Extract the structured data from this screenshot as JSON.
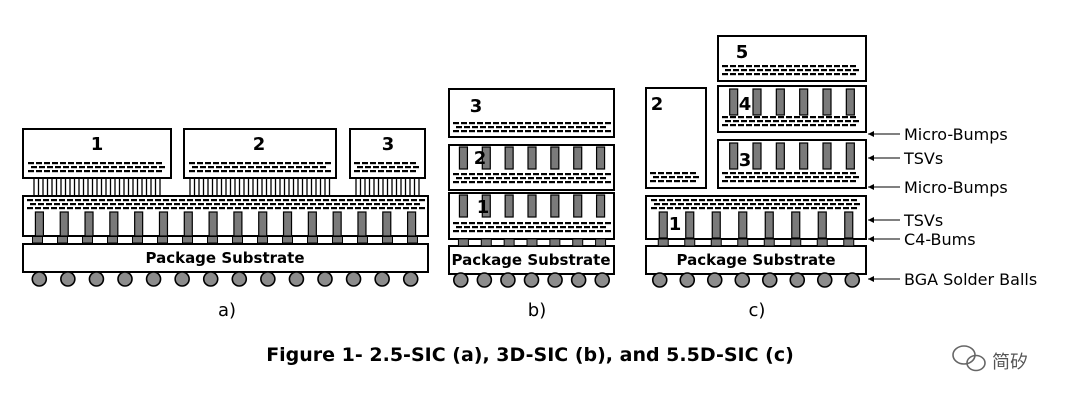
{
  "panels": {
    "a": {
      "label": "a)",
      "dies": [
        "1",
        "2",
        "3"
      ],
      "substrate": "Package Substrate"
    },
    "b": {
      "label": "b)",
      "dies": [
        "1",
        "2",
        "3"
      ],
      "substrate": "Package Substrate"
    },
    "c": {
      "label": "c)",
      "dies": [
        "1",
        "2",
        "3",
        "4",
        "5"
      ],
      "substrate": "Package Substrate"
    }
  },
  "callouts": {
    "micro_bumps_top": "Micro-Bumps",
    "tsvs_top": "TSVs",
    "micro_bumps_mid": "Micro-Bumps",
    "tsvs_bottom": "TSVs",
    "c4": "C4-Bums",
    "bga": "BGA Solder Balls"
  },
  "caption": "Figure 1- 2.5-SIC (a), 3D-SIC (b), and 5.5D-SIC (c)",
  "watermark": "简矽",
  "colors": {
    "stroke": "#000000",
    "tsv_fill": "#7a7a7a",
    "ball_fill": "#8c8c8c",
    "paper": "#ffffff"
  }
}
